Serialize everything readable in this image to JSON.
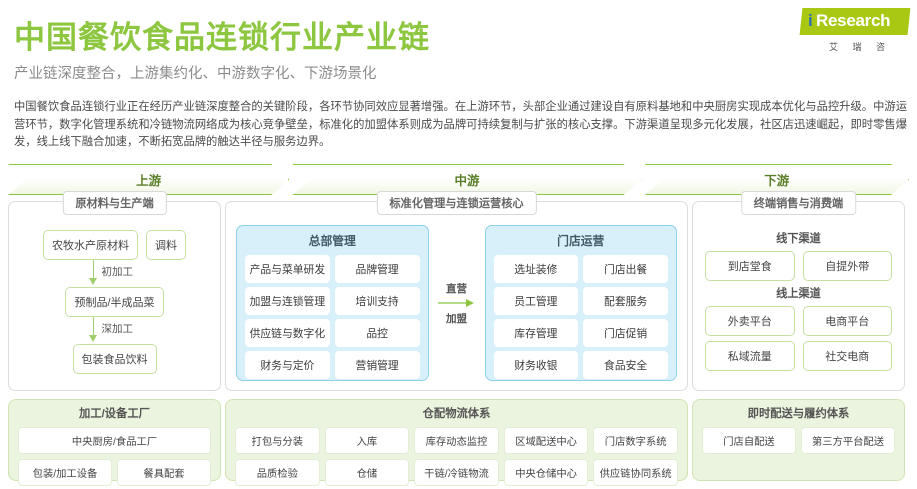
{
  "header": {
    "title": "中国餐饮食品连锁行业产业链",
    "subtitle": "产业链深度整合，上游集约化、中游数字化、下游场景化",
    "logo": {
      "i": "i",
      "name": "Research",
      "cn": "艾 瑞 咨"
    }
  },
  "intro": "中国餐饮食品连锁行业正在经历产业链深度整合的关键阶段，各环节协同效应显著增强。在上游环节，头部企业通过建设自有原料基地和中央厨房实现成本优化与品控升级。中游运营环节，数字化管理系统和冷链物流网络成为核心竞争壁垒，标准化的加盟体系则成为品牌可持续复制与扩张的核心支撑。下游渠道呈现多元化发展，社区店迅速崛起，即时零售爆发，线上线下融合加速，不断拓宽品牌的触达半径与服务边界。",
  "chevrons": [
    {
      "label": "上游"
    },
    {
      "label": "中游"
    },
    {
      "label": "下游"
    }
  ],
  "upstream": {
    "tab": "原材料与生产端",
    "row1": [
      "农牧水产原材料",
      "调料"
    ],
    "arrow1": "初加工",
    "stage2": "预制品/半成品菜",
    "arrow2": "深加工",
    "stage3": "包装食品饮料"
  },
  "midstream": {
    "tab": "标准化管理与连锁运营核心",
    "hq": {
      "title": "总部管理",
      "items": [
        "产品与菜单研发",
        "品牌管理",
        "加盟与连锁管理",
        "培训支持",
        "供应链与数字化",
        "品控",
        "财务与定价",
        "营销管理"
      ]
    },
    "connector": {
      "top": "直营",
      "bottom": "加盟"
    },
    "store": {
      "title": "门店运营",
      "items": [
        "选址装修",
        "门店出餐",
        "员工管理",
        "配套服务",
        "库存管理",
        "门店促销",
        "财务收银",
        "食品安全"
      ]
    }
  },
  "downstream": {
    "tab": "终端销售与消费端",
    "offline": {
      "title": "线下渠道",
      "items": [
        "到店堂食",
        "自提外带"
      ]
    },
    "online": {
      "title": "线上渠道",
      "items": [
        "外卖平台",
        "电商平台",
        "私域流量",
        "社交电商"
      ]
    }
  },
  "bottom": {
    "factory": {
      "title": "加工/设备工厂",
      "full": "中央厨房/食品工厂",
      "items": [
        "包装/加工设备",
        "餐具配套"
      ]
    },
    "logistics": {
      "title": "仓配物流体系",
      "row1": [
        "打包与分装",
        "入库",
        "库存动态监控",
        "区域配送中心",
        "门店数字系统"
      ],
      "row2": [
        "品质检验",
        "仓储",
        "干链/冷链物流",
        "中央仓储中心",
        "供应链协同系统"
      ]
    },
    "delivery": {
      "title": "即时配送与履约体系",
      "items": [
        "门店自配送",
        "第三方平台配送"
      ]
    }
  },
  "colors": {
    "green": "#8dc63f",
    "blue": "#8ed0e8",
    "panel_green": "#eaf4de"
  }
}
